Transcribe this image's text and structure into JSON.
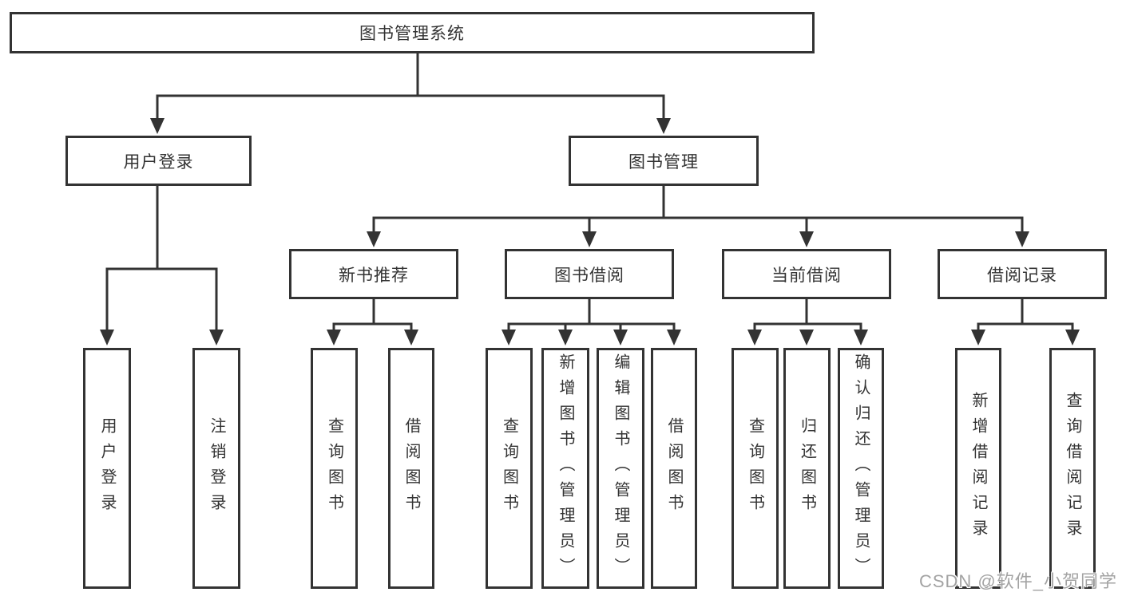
{
  "diagram": {
    "title": "图书管理系统",
    "level2": [
      {
        "label": "用户登录"
      },
      {
        "label": "图书管理"
      }
    ],
    "level3": [
      {
        "label": "新书推荐"
      },
      {
        "label": "图书借阅"
      },
      {
        "label": "当前借阅"
      },
      {
        "label": "借阅记录"
      }
    ],
    "level4": [
      {
        "label": "用户登录"
      },
      {
        "label": "注销登录"
      },
      {
        "label": "查询图书"
      },
      {
        "label": "借阅图书"
      },
      {
        "label": "查询图书"
      },
      {
        "label": "新增图书（管理员）"
      },
      {
        "label": "编辑图书（管理员）"
      },
      {
        "label": "借阅图书"
      },
      {
        "label": "查询图书"
      },
      {
        "label": "归还图书"
      },
      {
        "label": "确认归还（管理员）"
      },
      {
        "label": "新增借阅记录"
      },
      {
        "label": "查询借阅记录"
      }
    ],
    "colors": {
      "line": "#333333",
      "box_border": "#333333",
      "text": "#333333",
      "background": "#ffffff",
      "watermark": "#a3a3a3"
    }
  },
  "watermark": {
    "text": "CSDN @软件_小贺同学"
  }
}
